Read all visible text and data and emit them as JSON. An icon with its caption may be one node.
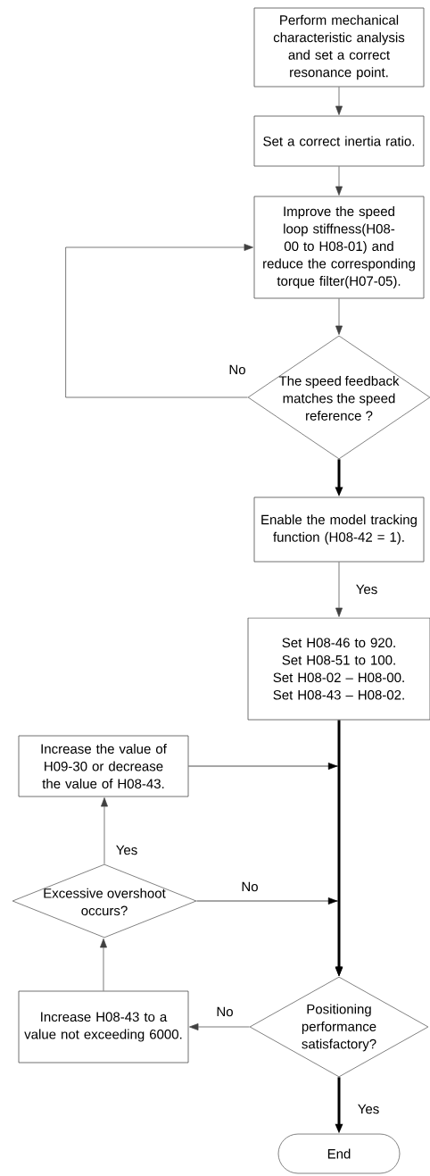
{
  "diagram": {
    "nodes": [
      {
        "text": [
          "Perform mechanical characteristic analysis and set a correct resonance point."
        ]
      },
      {
        "text": [
          "Set a correct inertia ratio."
        ]
      },
      {
        "text": [
          "Improve the speed loop stiffness(H08-00 to H08-01) and reduce the corresponding torque filter(H07-05)."
        ]
      },
      {
        "text": [
          "The speed feedback matches the speed reference ?"
        ]
      },
      {
        "text": [
          "Enable the model tracking function (H08-42 = 1)."
        ]
      },
      {
        "text": [
          "Set H08-46 to 920. Set H08-51 to 100. Set H08-02 – H08-00. Set H08-43 – H08-02."
        ]
      },
      {
        "text": [
          "Increase the value of H09-30 or decrease the value of H08-43."
        ]
      },
      {
        "text": [
          "Excessive overshoot occurs?"
        ]
      },
      {
        "text": [
          "Increase H08-43 to a value not exceeding 6000."
        ]
      },
      {
        "text": [
          "Positioning performance satisfactory?"
        ]
      },
      {
        "text": [
          "End"
        ]
      }
    ],
    "edges": [
      {
        "from": 0,
        "to": 1,
        "arrow": "to"
      },
      {
        "from": 1,
        "to": 2,
        "arrow": "to"
      },
      {
        "from": 2,
        "to": 3,
        "arrow": "to"
      },
      {
        "from": 3,
        "to": 2,
        "arrow": "to",
        "label": "No"
      },
      {
        "from": 3,
        "to": 4,
        "arrow": "to",
        "style": "thick",
        "color": "#000000"
      },
      {
        "from": 4,
        "to": 5,
        "arrow": "to",
        "label": "Yes"
      },
      {
        "from": 5,
        "to": 9,
        "arrow": "to",
        "style": "thick",
        "color": "#000000"
      },
      {
        "from": 6,
        "to": 9,
        "arrow": "to",
        "color": "#000000"
      },
      {
        "from": 7,
        "to": 6,
        "arrow": "to",
        "label": "Yes"
      },
      {
        "from": 7,
        "to": 9,
        "arrow": "to",
        "label": "No",
        "color": "#000000"
      },
      {
        "from": 9,
        "to": 8,
        "arrow": "to",
        "label": "No"
      },
      {
        "from": 8,
        "to": 7,
        "arrow": "to"
      },
      {
        "from": 9,
        "to": 10,
        "arrow": "to",
        "label": "Yes",
        "style": "thick",
        "color": "#000000"
      }
    ]
  }
}
